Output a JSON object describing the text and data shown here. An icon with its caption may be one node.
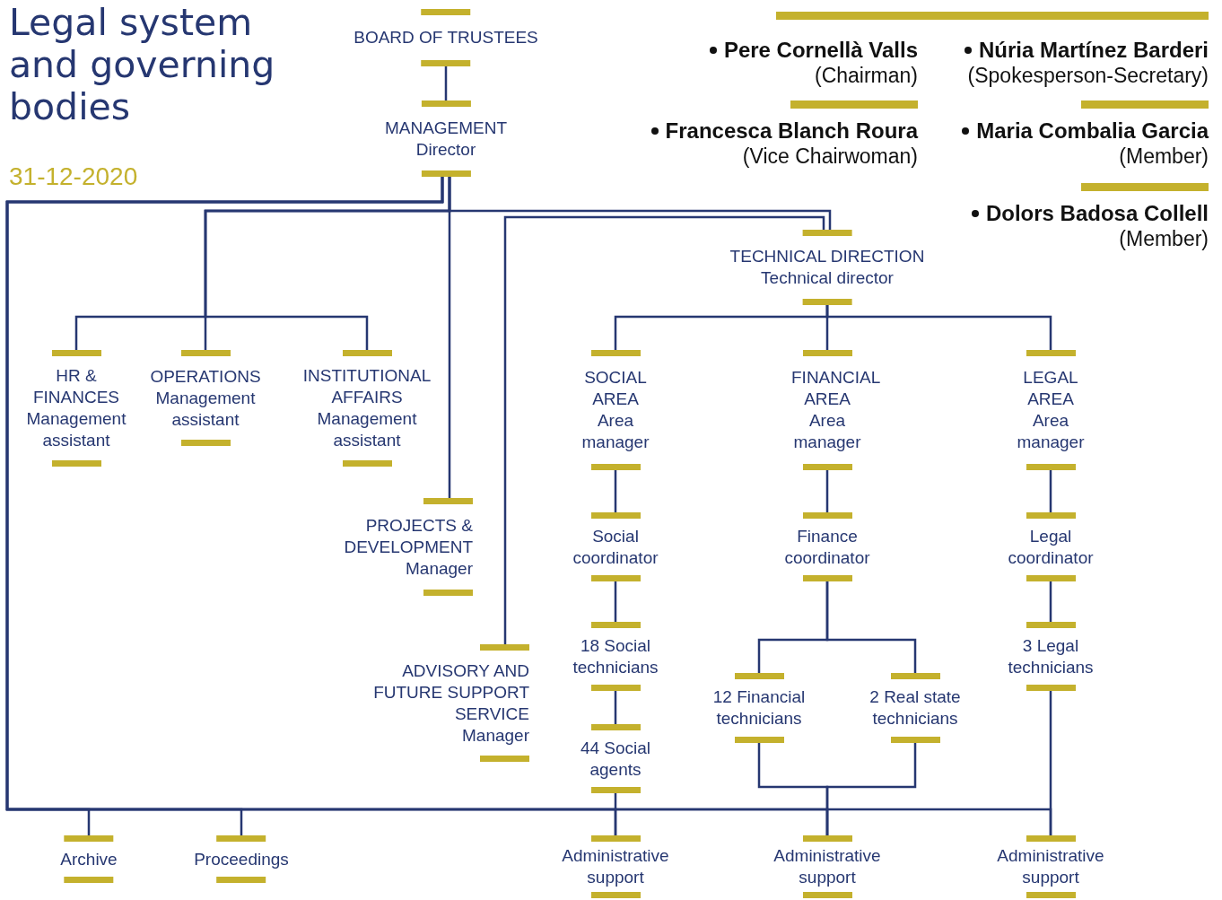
{
  "diagram": {
    "title": "Legal system and governing bodies",
    "nodes": [
      {
        "text": [
          "BOARD OF TRUSTEES"
        ]
      },
      {
        "text": [
          "MANAGEMENT",
          "Director"
        ]
      },
      {
        "text": [
          "HR & FINANCES",
          "Management assistant"
        ]
      },
      {
        "text": [
          "OPERATIONS",
          "Management assistant"
        ]
      },
      {
        "text": [
          "INSTITUTIONAL AFFAIRS",
          "Management assistant"
        ]
      },
      {
        "text": [
          "PROJECTS & DEVELOPMENT",
          "Manager"
        ]
      },
      {
        "text": [
          "ADVISORY AND FUTURE SUPPORT SERVICE",
          "Manager"
        ]
      },
      {
        "text": [
          "TECHNICAL DIRECTION",
          "Technical director"
        ]
      },
      {
        "text": [
          "SOCIAL AREA",
          "Area manager"
        ]
      },
      {
        "text": [
          "FINANCIAL AREA",
          "Area manager"
        ]
      },
      {
        "text": [
          "LEGAL AREA",
          "Area manager"
        ]
      },
      {
        "text": [
          "Social coordinator"
        ]
      },
      {
        "text": [
          "Finance coordinator"
        ]
      },
      {
        "text": [
          "Legal coordinator"
        ]
      },
      {
        "text": [
          "18 Social technicians"
        ]
      },
      {
        "text": [
          "12 Financial technicians"
        ]
      },
      {
        "text": [
          "2 Real state technicians"
        ]
      },
      {
        "text": [
          "3 Legal technicians"
        ]
      },
      {
        "text": [
          "44 Social agents"
        ]
      },
      {
        "text": [
          "Archive"
        ]
      },
      {
        "text": [
          "Proceedings"
        ]
      },
      {
        "text": [
          "Administrative support"
        ]
      },
      {
        "text": [
          "Administrative support"
        ]
      },
      {
        "text": [
          "Administrative support"
        ]
      }
    ],
    "edges": [
      {
        "from": 0,
        "to": 1,
        "arrow": "none"
      },
      {
        "from": 1,
        "to": 2,
        "arrow": "none"
      },
      {
        "from": 1,
        "to": 3,
        "arrow": "none"
      },
      {
        "from": 1,
        "to": 4,
        "arrow": "none"
      },
      {
        "from": 1,
        "to": 5,
        "arrow": "none"
      },
      {
        "from": 1,
        "to": 7,
        "arrow": "none"
      },
      {
        "from": 7,
        "to": 6,
        "arrow": "none"
      },
      {
        "from": 1,
        "to": 19,
        "arrow": "none"
      },
      {
        "from": 1,
        "to": 20,
        "arrow": "none"
      },
      {
        "from": 1,
        "to": 21,
        "arrow": "none"
      },
      {
        "from": 1,
        "to": 22,
        "arrow": "none"
      },
      {
        "from": 1,
        "to": 23,
        "arrow": "none"
      },
      {
        "from": 7,
        "to": 8,
        "arrow": "none"
      },
      {
        "from": 7,
        "to": 9,
        "arrow": "none"
      },
      {
        "from": 7,
        "to": 10,
        "arrow": "none"
      },
      {
        "from": 8,
        "to": 11,
        "arrow": "none"
      },
      {
        "from": 9,
        "to": 12,
        "arrow": "none"
      },
      {
        "from": 10,
        "to": 13,
        "arrow": "none"
      },
      {
        "from": 11,
        "to": 14,
        "arrow": "none"
      },
      {
        "from": 12,
        "to": 15,
        "arrow": "none"
      },
      {
        "from": 12,
        "to": 16,
        "arrow": "none"
      },
      {
        "from": 13,
        "to": 17,
        "arrow": "none"
      },
      {
        "from": 14,
        "to": 18,
        "arrow": "none"
      },
      {
        "from": 18,
        "to": 21,
        "arrow": "none"
      },
      {
        "from": 15,
        "to": 22,
        "arrow": "none"
      },
      {
        "from": 16,
        "to": 22,
        "arrow": "none"
      },
      {
        "from": 17,
        "to": 23,
        "arrow": "none"
      }
    ],
    "labels": [
      "31-12-2020",
      "Pere Cornellà Valls",
      "(Chairman)",
      "Núria Martínez Barderi",
      "(Spokesperson-Secretary)",
      "Francesca Blanch Roura",
      "(Vice Chairwoman)",
      "Maria Combalia Garcia",
      "(Member)",
      "Dolors Badosa Collell",
      "(Member)"
    ]
  }
}
